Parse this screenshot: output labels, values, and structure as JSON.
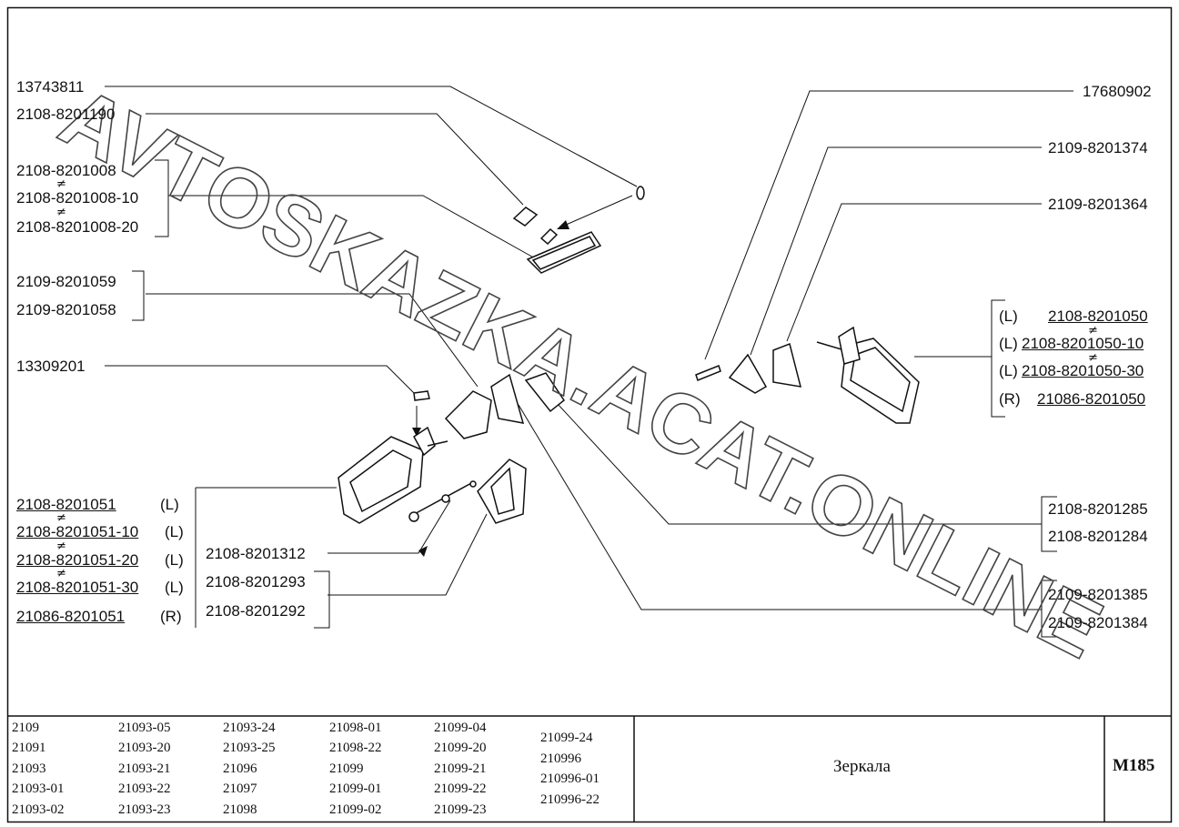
{
  "labels": {
    "l_13743811": "13743811",
    "l_2108_8201190": "2108-8201190",
    "l_2108_8201008": "2108-8201008",
    "l_2108_8201008_10": "2108-8201008-10",
    "l_2108_8201008_20": "2108-8201008-20",
    "l_2109_8201059": "2109-8201059",
    "l_2109_8201058": "2109-8201058",
    "l_13309201": "13309201",
    "l_2108_8201051": "2108-8201051",
    "l_2108_8201051_10": "2108-8201051-10",
    "l_2108_8201051_20": "2108-8201051-20",
    "l_2108_8201051_30": "2108-8201051-30",
    "l_21086_8201051": "21086-8201051",
    "l_2108_8201312": "2108-8201312",
    "l_2108_8201293": "2108-8201293",
    "l_2108_8201292": "2108-8201292",
    "r_17680902": "17680902",
    "r_2109_8201374": "2109-8201374",
    "r_2109_8201364": "2109-8201364",
    "r_2108_8201050": "2108-8201050",
    "r_2108_8201050_10": "2108-8201050-10",
    "r_2108_8201050_30": "2108-8201050-30",
    "r_21086_8201050": "21086-8201050",
    "r_2108_8201285": "2108-8201285",
    "r_2108_8201284": "2108-8201284",
    "r_2109_8201385": "2109-8201385",
    "r_2109_8201384": "2109-8201384",
    "side_L": "(L)",
    "side_R": "(R)",
    "neq": "≠"
  },
  "models": {
    "col1": [
      "2109",
      "21091",
      "21093",
      "21093-01",
      "21093-02"
    ],
    "col2": [
      "21093-05",
      "21093-20",
      "21093-21",
      "21093-22",
      "21093-23"
    ],
    "col3": [
      "21093-24",
      "21093-25",
      "21096",
      "21097",
      "21098"
    ],
    "col4": [
      "21098-01",
      "21098-22",
      "21099",
      "21099-01",
      "21099-02"
    ],
    "col5": [
      "21099-04",
      "21099-20",
      "21099-21",
      "21099-22",
      "21099-23"
    ],
    "col6": [
      "21099-24",
      "210996",
      "210996-01",
      "210996-22"
    ]
  },
  "title_block": {
    "title": "Зеркала",
    "code": "M185"
  },
  "watermark": "AVTOSKAZKA.ACAT.ONLINE",
  "colors": {
    "ink": "#111111",
    "paper": "#ffffff"
  }
}
